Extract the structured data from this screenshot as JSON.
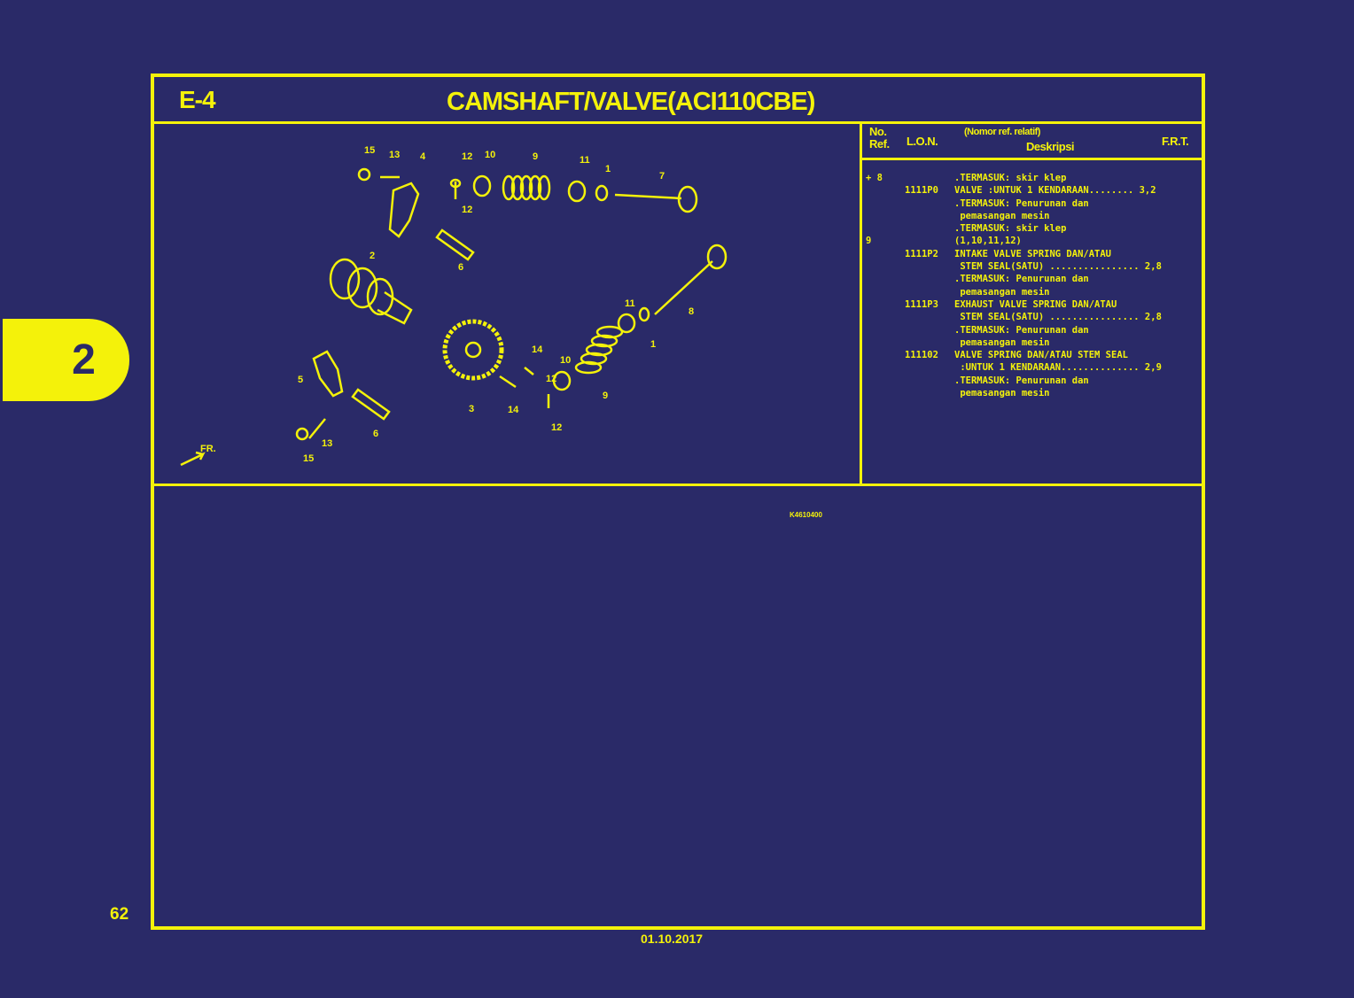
{
  "header": {
    "code": "E-4",
    "title": "CAMSHAFT/VALVE(ACI110CBE)"
  },
  "table": {
    "headers": {
      "no_ref": "No.\nRef.",
      "lon": "L.O.N.",
      "desc_note": "(Nomor ref. relatif)",
      "desc": "Deskripsi",
      "frt": "F.R.T."
    },
    "rows": [
      {
        "ref": "+ 8",
        "lon": "",
        "desc": ".TERMASUK: skir klep"
      },
      {
        "ref": "",
        "lon": "1111P0",
        "desc": "VALVE :UNTUK 1 KENDARAAN........ 3,2"
      },
      {
        "ref": "",
        "lon": "",
        "desc": ".TERMASUK: Penurunan dan"
      },
      {
        "ref": "",
        "lon": "",
        "desc": " pemasangan mesin"
      },
      {
        "ref": "",
        "lon": "",
        "desc": ".TERMASUK: skir klep"
      },
      {
        "ref": "9",
        "lon": "",
        "desc": "(1,10,11,12)"
      },
      {
        "ref": "",
        "lon": "1111P2",
        "desc": "INTAKE VALVE SPRING DAN/ATAU"
      },
      {
        "ref": "",
        "lon": "",
        "desc": " STEM SEAL(SATU) ................ 2,8"
      },
      {
        "ref": "",
        "lon": "",
        "desc": ".TERMASUK: Penurunan dan"
      },
      {
        "ref": "",
        "lon": "",
        "desc": " pemasangan mesin"
      },
      {
        "ref": "",
        "lon": "1111P3",
        "desc": "EXHAUST VALVE SPRING DAN/ATAU"
      },
      {
        "ref": "",
        "lon": "",
        "desc": " STEM SEAL(SATU) ................ 2,8"
      },
      {
        "ref": "",
        "lon": "",
        "desc": ".TERMASUK: Penurunan dan"
      },
      {
        "ref": "",
        "lon": "",
        "desc": " pemasangan mesin"
      },
      {
        "ref": "",
        "lon": "111102",
        "desc": "VALVE SPRING DAN/ATAU STEM SEAL"
      },
      {
        "ref": "",
        "lon": "",
        "desc": " :UNTUK 1 KENDARAAN.............. 2,9"
      },
      {
        "ref": "",
        "lon": "",
        "desc": ".TERMASUK: Penurunan dan"
      },
      {
        "ref": "",
        "lon": "",
        "desc": " pemasangan mesin"
      }
    ]
  },
  "diagram": {
    "code": "K4610400",
    "front_label": "FR.",
    "callouts": [
      {
        "n": "15"
      },
      {
        "n": "13"
      },
      {
        "n": "4"
      },
      {
        "n": "12"
      },
      {
        "n": "10"
      },
      {
        "n": "9"
      },
      {
        "n": "11"
      },
      {
        "n": "1"
      },
      {
        "n": "7"
      },
      {
        "n": "12"
      },
      {
        "n": "6"
      },
      {
        "n": "2"
      },
      {
        "n": "8"
      },
      {
        "n": "11"
      },
      {
        "n": "1"
      },
      {
        "n": "14"
      },
      {
        "n": "10"
      },
      {
        "n": "12"
      },
      {
        "n": "9"
      },
      {
        "n": "3"
      },
      {
        "n": "14"
      },
      {
        "n": "12"
      },
      {
        "n": "5"
      },
      {
        "n": "6"
      },
      {
        "n": "13"
      },
      {
        "n": "15"
      }
    ]
  },
  "section_tab": "2",
  "page_number": "62",
  "date": "01.10.2017",
  "colors": {
    "background": "#2a2a68",
    "accent": "#f4f20a"
  }
}
